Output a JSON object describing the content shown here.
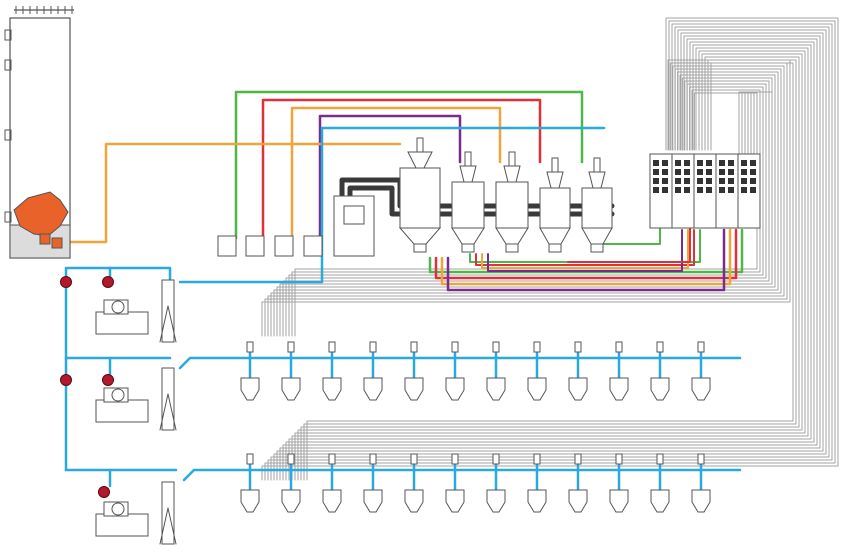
{
  "colors": {
    "background": "#ffffff",
    "outline": "#555555",
    "vacuum_line": "#29a9e0",
    "signal_line": "#a3a3a3",
    "material_green": "#4db848",
    "material_red": "#e0303a",
    "material_orange": "#f2a43a",
    "material_purple": "#7a2c8e",
    "silo_material": "#e8622a",
    "valve": "#b3182c",
    "conveyor": "#3a3a3a",
    "silo_base": "#dcdcdc"
  },
  "diagram": {
    "silo": {
      "icon": "storage-silo-icon"
    },
    "blower_units": {
      "count": 3,
      "icon": "vacuum-blower-icon"
    },
    "dryer_station": {
      "dryers": 5,
      "icon": "dryer-hopper-icon"
    },
    "control_cabinet": {
      "modules": 5,
      "icon": "control-panel-icon"
    },
    "machine_rows": {
      "rows": 2,
      "loaders_per_row": 12,
      "icon": "hopper-loader-icon"
    },
    "material_lines": [
      "green",
      "red",
      "orange",
      "purple"
    ],
    "octabin_stations": {
      "count": 4
    }
  }
}
